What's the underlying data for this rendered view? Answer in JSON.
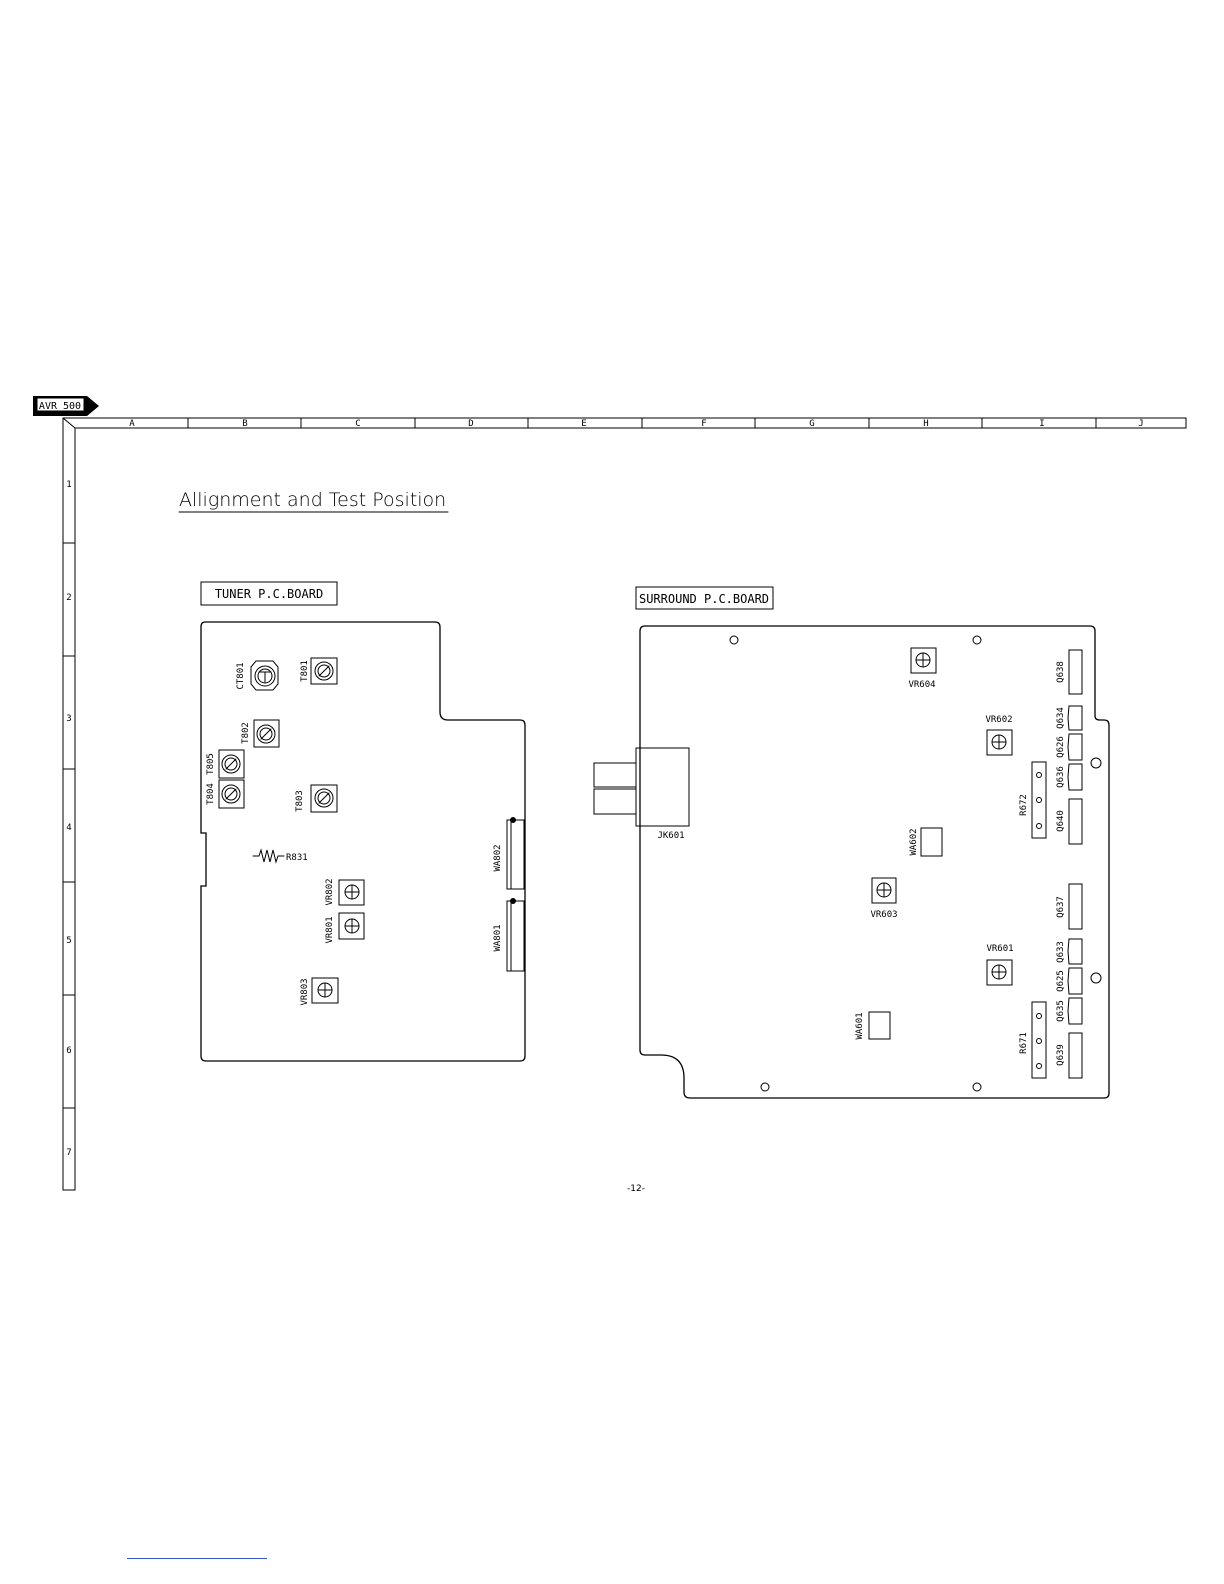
{
  "model_badge": "AVR 500",
  "grid": {
    "columns": [
      "A",
      "B",
      "C",
      "D",
      "E",
      "F",
      "G",
      "H",
      "I",
      "J"
    ],
    "rows": [
      "1",
      "2",
      "3",
      "4",
      "5",
      "6",
      "7"
    ]
  },
  "title": "Allignment and Test Position",
  "page_number": "-12-",
  "tuner_board": {
    "label": "TUNER P.C.BOARD",
    "components": {
      "ct801": "CT801",
      "t801": "T801",
      "t802": "T802",
      "t805": "T805",
      "t804": "T804",
      "t803": "T803",
      "r831": "R831",
      "vr802": "VR802",
      "vr801": "VR801",
      "vr803": "VR803",
      "wa802": "WA802",
      "wa801": "WA801"
    }
  },
  "surround_board": {
    "label": "SURROUND P.C.BOARD",
    "components": {
      "jk601": "JK601",
      "vr604": "VR604",
      "vr602": "VR602",
      "vr603": "VR603",
      "vr601": "VR601",
      "wa602": "WA602",
      "wa601": "WA601",
      "r672": "R672",
      "r671": "R671",
      "q638": "Q638",
      "q634": "Q634",
      "q626": "Q626",
      "q636": "Q636",
      "q640": "Q640",
      "q637": "Q637",
      "q633": "Q633",
      "q625": "Q625",
      "q635": "Q635",
      "q639": "Q639"
    }
  }
}
